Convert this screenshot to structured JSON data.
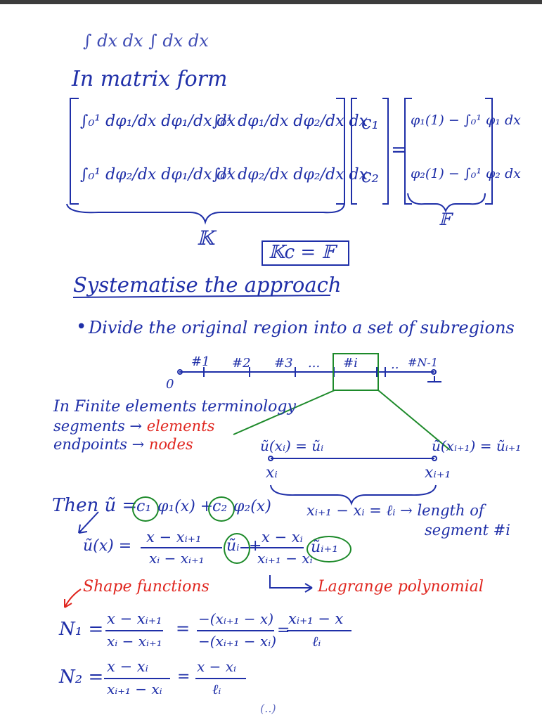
{
  "colors": {
    "ink": "#1f2fa8",
    "highlight": "#e0261f",
    "circle": "#1d8a2a",
    "topbar": "#3c3c3c"
  },
  "note": {
    "line_partial": "∫ dx dx    ∫ dx dx",
    "matrix_heading": "In matrix form",
    "matrix": {
      "k11": "∫₀¹ dφ₁/dx dφ₁/dx dx",
      "k12": "∫₀¹ dφ₁/dx dφ₂/dx dx",
      "k21": "∫₀¹ dφ₂/dx dφ₁/dx dx",
      "k22": "∫₀¹ dφ₂/dx dφ₂/dx dx",
      "c1": "c₁",
      "c2": "c₂",
      "equals": "=",
      "f1": "φ₁(1) − ∫₀¹ φ₁ dx",
      "f2": "φ₂(1) − ∫₀¹ φ₂ dx",
      "k_label": "𝕂",
      "f_label": "𝔽",
      "system": "𝕂c = 𝔽"
    },
    "section_title": "Systematise the approach",
    "bullet": "Divide the original region into a set of subregions",
    "segments": {
      "s1": "#1",
      "s2": "#2",
      "s3": "#3",
      "dots1": "...",
      "si": "#i",
      "dots2": "..",
      "sn": "#N-1",
      "zero": "0",
      "one": "1"
    },
    "terminology": {
      "title": "In Finite elements terminology",
      "segments_line": "segments → ",
      "elements": "elements",
      "endpoints_line": "endpoints → ",
      "nodes": "nodes"
    },
    "element_detail": {
      "left_value": "ũ(xᵢ) = ũᵢ",
      "right_value": "ũ(xᵢ₊₁) = ũᵢ₊₁",
      "xi": "xᵢ",
      "xi1": "xᵢ₊₁",
      "length_eq": "xᵢ₊₁ − xᵢ = ℓᵢ → length of",
      "length_eq2": "segment #i"
    },
    "then": {
      "prefix": "Then  ũ =",
      "c1": "c₁",
      "phi1": "φ₁(x) +",
      "c2": "c₂",
      "phi2": "φ₂(x)",
      "ux": "ũ(x) =",
      "frac1_num": "x − xᵢ₊₁",
      "frac1_den": "xᵢ − xᵢ₊₁",
      "ui": "ũᵢ",
      "plus": "+",
      "frac2_num": "x − xᵢ",
      "frac2_den": "xᵢ₊₁ − xᵢ",
      "ui1": "ũᵢ₊₁"
    },
    "shape": {
      "label": "Shape functions",
      "arrow_label": "Lagrange polynomial",
      "n1": "N₁ =",
      "n1_f1_num": "x − xᵢ₊₁",
      "n1_f1_den": "xᵢ − xᵢ₊₁",
      "n1_eq2": "=",
      "n1_f2_num": "−(xᵢ₊₁ − x)",
      "n1_f2_den": "−(xᵢ₊₁ − xᵢ)",
      "n1_eq3": "=",
      "n1_f3_num": "xᵢ₊₁ − x",
      "n1_f3_den": "ℓᵢ",
      "n2": "N₂ =",
      "n2_f1_num": "x − xᵢ",
      "n2_f1_den": "xᵢ₊₁ − xᵢ",
      "n2_eq2": "=",
      "n2_f2_num": "x − xᵢ",
      "n2_f2_den": "ℓᵢ",
      "trailing": "(..)"
    }
  }
}
